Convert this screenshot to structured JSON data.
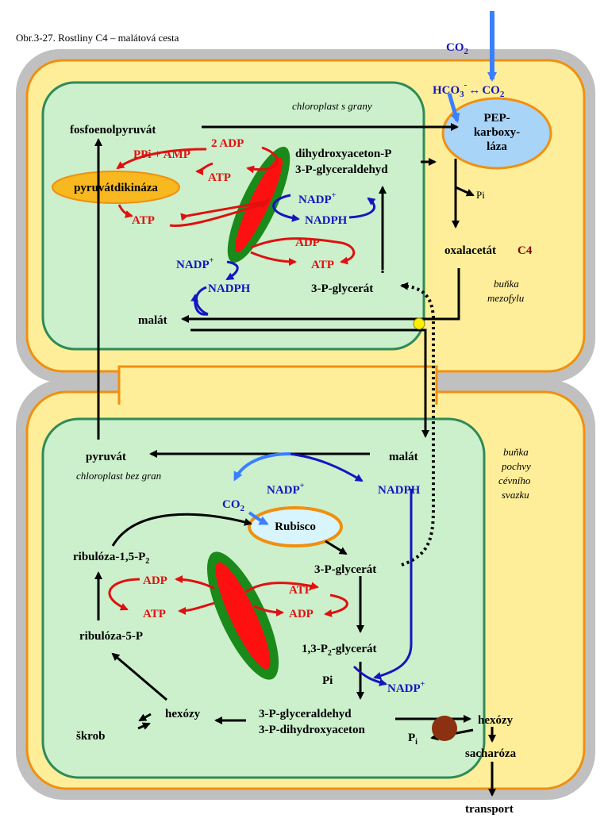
{
  "figure": {
    "title": "Obr.3-27. Rostliny C4 – malátová cesta"
  },
  "cells": {
    "mesophyll_label_1": "buňka",
    "mesophyll_label_2": "mezofylu",
    "bundle_label_1": "buňka",
    "bundle_label_2": "pochvy",
    "bundle_label_3": "cévního",
    "bundle_label_4": "svazku"
  },
  "chloroplasts": {
    "upper": "chloroplast s grany",
    "lower": "chloroplast bez gran"
  },
  "mesophyll": {
    "co2_in": "CO",
    "co2_in_sub": "2",
    "hco3": "HCO",
    "hco3_sub": "3",
    "hco3_sup": "-",
    "arrow_eq": "↔",
    "co2_b": "CO",
    "co2_b_sub": "2",
    "pep_enzyme_1": "PEP-",
    "pep_enzyme_2": "karboxy-",
    "pep_enzyme_3": "láza",
    "pep": "fosfoenolpyruvát",
    "ppi_amp": "PPi + AMP",
    "two_adp": "2 ADP",
    "atp_1": "ATP",
    "atp_2": "ATP",
    "pyruvate_kinase": "pyruvátdikináza",
    "dhap_1": "dihydroxyaceton-P",
    "dhap_2": "3-P-glyceraldehyd",
    "pi": "Pi",
    "nadp_1": "NADP",
    "nadp_1_sup": "+",
    "nadph_1": "NADPH",
    "adp": "ADP",
    "atp_3": "ATP",
    "oxalacetat": "oxalacetát",
    "c4": "C4",
    "nadp_2": "NADP",
    "nadp_2_sup": "+",
    "nadph_2": "NADPH",
    "pga": "3-P-glycerát",
    "malat": "malát"
  },
  "bundle": {
    "pyruvat": "pyruvát",
    "malat": "malát",
    "nadp": "NADP",
    "nadp_sup": "+",
    "nadph": "NADPH",
    "co2": "CO",
    "co2_sub": "2",
    "rubisco": "Rubisco",
    "rubp": "ribulóza-1,5-P",
    "rubp_sub": "2",
    "pga": "3-P-glycerát",
    "adp_left": "ADP",
    "atp_left": "ATP",
    "atp_right": "ATP",
    "adp_right": "ADP",
    "ru5p": "ribulóza-5-P",
    "bpg": "1,3-P",
    "bpg_sub": "2",
    "bpg_tail": "-glycerát",
    "pi": "Pi",
    "nadp_2": "NADP",
    "nadp_2_sup": "+",
    "hexozy": "hexózy",
    "triose_1": "3-P-glyceraldehyd",
    "triose_2": "3-P-dihydroxyaceton",
    "pi_2": "P",
    "pi_2_sub": "i",
    "skrob": "škrob"
  },
  "outside": {
    "hexozy": "hexózy",
    "sacharoza": "sacharóza",
    "transport": "transport"
  },
  "colors": {
    "cell_wall": "#c0c0c0",
    "cytoplasm": "#ffee99",
    "cytoplasm_border": "#f09010",
    "chloroplast": "#ccf0cc",
    "chloroplast_border": "#2e8b57",
    "thylakoid_outer": "#1a8a1a",
    "thylakoid_inner": "#ff1010",
    "red_arrow": "#e01010",
    "blue_arrow": "#1515c0",
    "light_blue": "#3a7fff",
    "enzyme_fill": "#a8d4f8",
    "pyruvate_enzyme": "#f8b820",
    "carrier": "#8b3010",
    "junction": "#ffee00"
  }
}
